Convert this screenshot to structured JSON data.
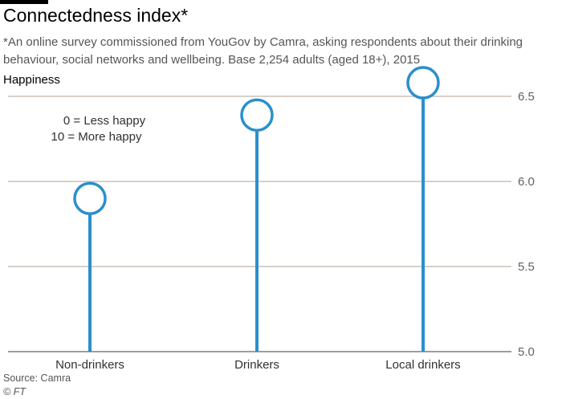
{
  "chart_data": {
    "type": "lollipop",
    "title": "Connectedness index*",
    "subtitle": "*An online survey commissioned from YouGov by Camra, asking respondents about their drinking behaviour, social networks and wellbeing. Base 2,254 adults (aged 18+), 2015",
    "ylabel": "Happiness",
    "xlabel": "",
    "categories": [
      "Non-drinkers",
      "Drinkers",
      "Local drinkers"
    ],
    "values": [
      5.9,
      6.39,
      6.58
    ],
    "ylim": [
      5.0,
      6.6
    ],
    "yticks": [
      {
        "value": 5.0,
        "label": "5.0"
      },
      {
        "value": 5.5,
        "label": "5.5"
      },
      {
        "value": 6.0,
        "label": "6.0"
      },
      {
        "value": 6.5,
        "label": "6.5"
      }
    ],
    "grid": true,
    "annotations": [
      "0 = Less happy",
      "10 = More happy"
    ],
    "source": "Source: Camra",
    "copyright": "© FT",
    "colors": {
      "mark": "#2b8fcc",
      "grid": "#ccc1b7",
      "baseline": "#66605c"
    }
  }
}
